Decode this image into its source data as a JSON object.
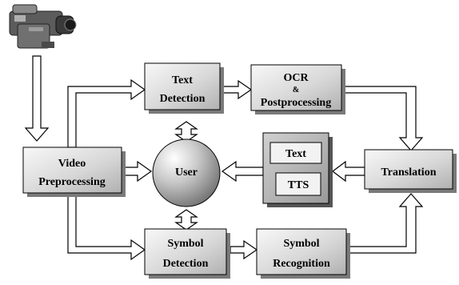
{
  "diagram": {
    "camera": {
      "icon": "video-camera-icon"
    },
    "video_preprocessing": {
      "line1": "Video",
      "line2": "Preprocessing"
    },
    "text_detection": {
      "line1": "Text",
      "line2": "Detection"
    },
    "ocr": {
      "line1": "OCR",
      "line2": "&",
      "line3": "Postprocessing"
    },
    "translation": {
      "label": "Translation"
    },
    "output": {
      "text": "Text",
      "tts": "TTS"
    },
    "user": {
      "label": "User"
    },
    "symbol_detection": {
      "line1": "Symbol",
      "line2": "Detection"
    },
    "symbol_recognition": {
      "line1": "Symbol",
      "line2": "Recognition"
    }
  },
  "colors": {
    "box_fill_light": "#f6f6f6",
    "box_fill_dark": "#b9b9b9",
    "shadow": "#7a7a7a",
    "user_sphere": "#a8a8a8",
    "stroke": "#000000"
  }
}
